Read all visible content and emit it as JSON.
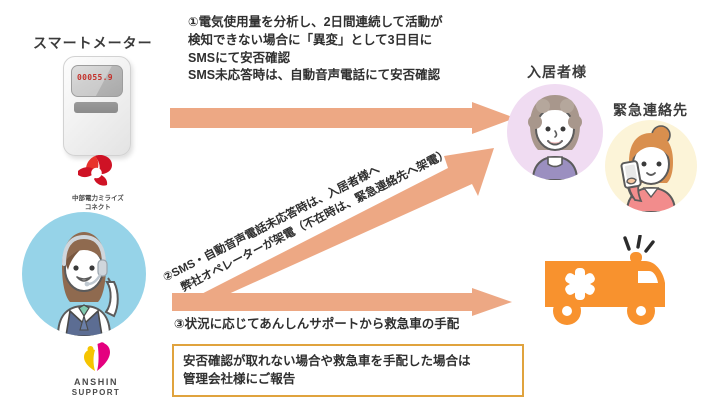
{
  "diagram": {
    "background_color": "#ffffff",
    "accent_arrow_color": "#eda884",
    "box_border_color": "#e0a33e"
  },
  "smart_meter": {
    "label": "スマートメーター",
    "reading": "00055.9",
    "logo": {
      "icon": "chubu-electric-miraiz-connect-logo",
      "line1": "中部電力ミライズ",
      "line2": "コネクト",
      "color": "#cf1225"
    }
  },
  "operator": {
    "icon": "operator-headset-avatar",
    "circle_color": "#96d3e8"
  },
  "anshin_support": {
    "icon": "anshin-support-logo",
    "line1": "ANSHIN",
    "line2": "SUPPORT",
    "color_primary": "#e4007f",
    "color_secondary": "#f5c400"
  },
  "resident": {
    "label": "入居者様",
    "icon": "elderly-resident-avatar",
    "circle_color": "#f0dcf2"
  },
  "emergency_contact": {
    "label": "緊急連絡先",
    "icon": "woman-with-smartphone-avatar",
    "circle_color": "#fcf4d8"
  },
  "ambulance": {
    "icon": "ambulance-icon",
    "color": "#f8922e"
  },
  "steps": {
    "step1": "①電気使用量を分析し、2日間連続して活動が\n検知できない場合に「異変」として3日目に\nSMSにて安否確認\nSMS未応答時は、自動音声電話にて安否確認",
    "step2": "②SMS・自動音声電話未応答時は、入居者様へ\n　弊社オペレーターが架電（不在時は、緊急連絡先へ架電）",
    "step3": "③状況に応じてあんしんサポートから救急車の手配"
  },
  "report_box": {
    "text": "安否確認が取れない場合や救急車を手配した場合は\n管理会社様にご報告"
  }
}
